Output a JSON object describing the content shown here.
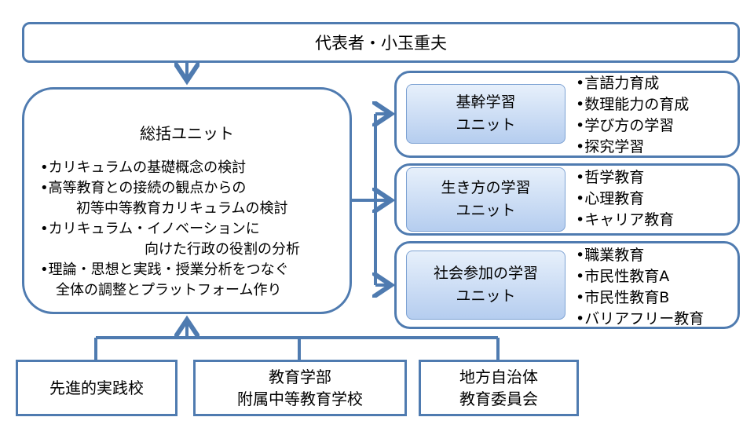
{
  "top_box": {
    "label": "代表者・小玉重夫"
  },
  "main_unit": {
    "title": "総括ユニット",
    "items": [
      "•カリキュラムの基礎概念の検討",
      "•高等教育との接続の観点からの",
      "初等中等教育カリキュラムの検討",
      "•カリキュラム・イノベーションに",
      "向けた行政の役割の分析",
      "•理論・思想と実践・授業分析をつなぐ",
      "全体の調整とプラットフォーム作り"
    ]
  },
  "sub_units": [
    {
      "label_line1": "基幹学習",
      "label_line2": "ユニット",
      "items": [
        "•言語力育成",
        "•数理能力の育成",
        "•学び方の学習",
        "•探究学習"
      ]
    },
    {
      "label_line1": "生き方の学習",
      "label_line2": "ユニット",
      "items": [
        "•哲学教育",
        "•心理教育",
        "•キャリア教育"
      ]
    },
    {
      "label_line1": "社会参加の学習",
      "label_line2": "ユニット",
      "items": [
        "•職業教育",
        "•市民性教育A",
        "•市民性教育B",
        "•バリアフリー教育"
      ]
    }
  ],
  "bottom_boxes": [
    {
      "line1": "先進的実践校",
      "line2": ""
    },
    {
      "line1": "教育学部",
      "line2": "附属中等教育学校"
    },
    {
      "line1": "地方自治体",
      "line2": "教育委員会"
    }
  ],
  "colors": {
    "border": "#4f7bb0",
    "unit_fill_top": "#e7f0fb",
    "unit_fill_bottom": "#b5cdef"
  }
}
